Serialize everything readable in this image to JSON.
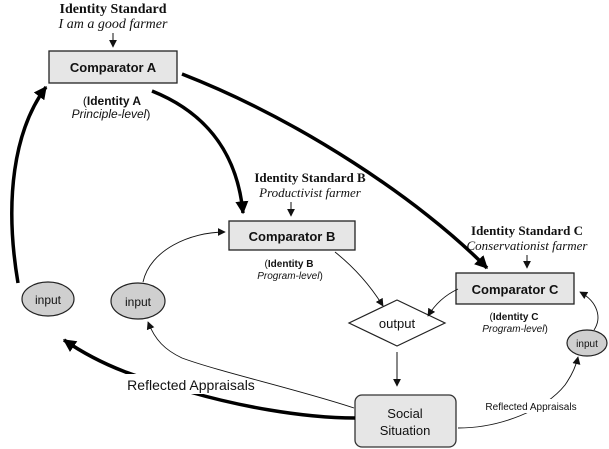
{
  "standard_a": {
    "title": "Identity Standard",
    "subtitle": "I am a good farmer"
  },
  "comparator_a": {
    "label": "Comparator A",
    "identity": "Identity A",
    "level": "Principle-level"
  },
  "standard_b": {
    "title": "Identity Standard B",
    "subtitle": "Productivist farmer"
  },
  "comparator_b": {
    "label": "Comparator B",
    "identity": "Identity B",
    "level": "Program-level"
  },
  "standard_c": {
    "title": "Identity Standard C",
    "subtitle": "Conservationist farmer"
  },
  "comparator_c": {
    "label": "Comparator C",
    "identity": "Identity C",
    "level": "Program-level"
  },
  "input_left": {
    "label": "input"
  },
  "input_mid": {
    "label": "input"
  },
  "input_right": {
    "label": "input"
  },
  "output": {
    "label": "output"
  },
  "social_situation": {
    "line1": "Social",
    "line2": "Situation"
  },
  "reflected_appraisals_left": {
    "label": "Reflected Appraisals"
  },
  "reflected_appraisals_right": {
    "label": "Reflected Appraisals"
  },
  "colors": {
    "box_fill": "#e6e6e6",
    "oval_fill": "#cfcfcf",
    "stroke": "#222222"
  }
}
